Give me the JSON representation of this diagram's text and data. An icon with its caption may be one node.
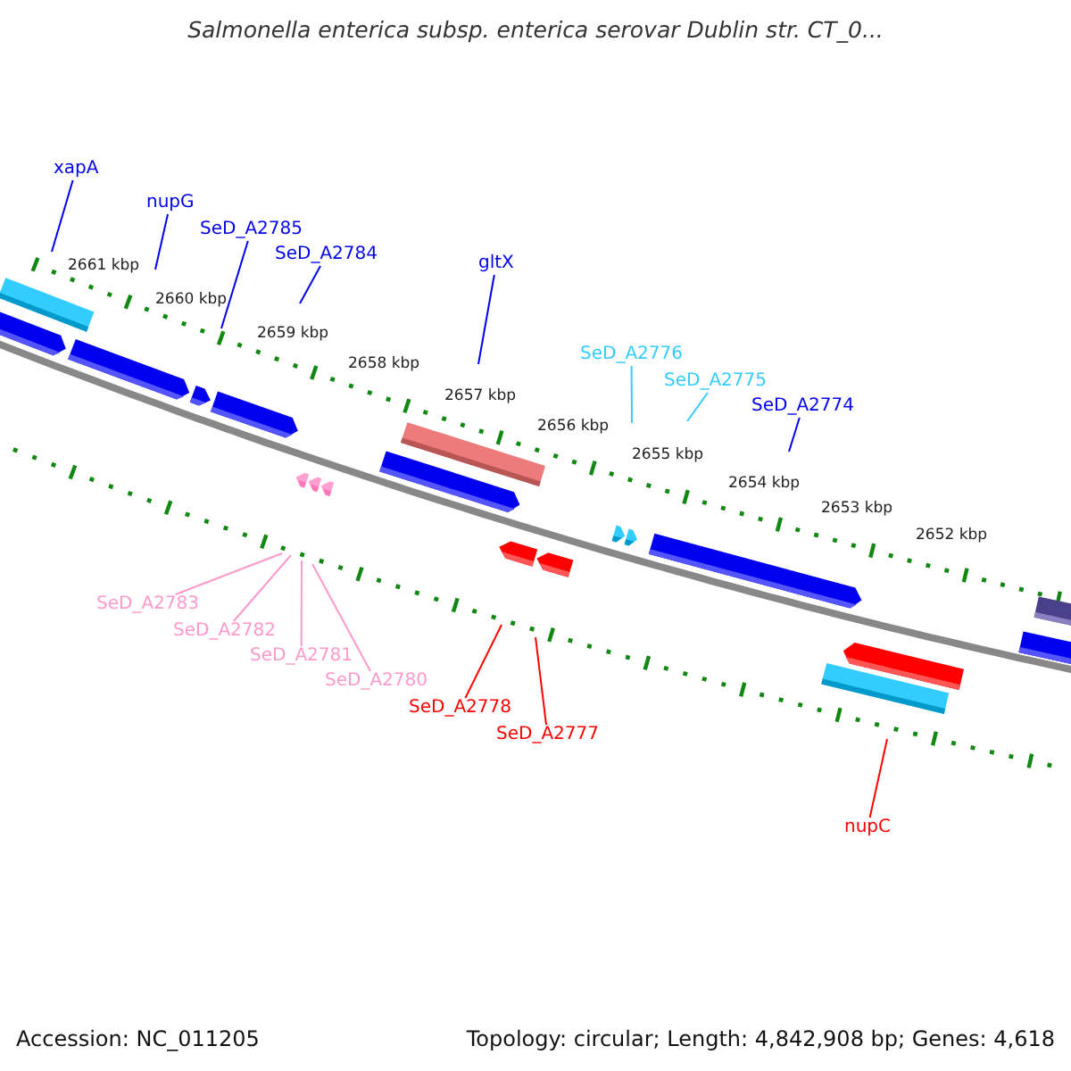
{
  "diagram": {
    "title": "Salmonella enterica subsp. enterica serovar Dublin str. CT_0...",
    "nodes": [
      {
        "text": [
          "xapA"
        ]
      },
      {
        "text": [
          "nupG"
        ]
      },
      {
        "text": [
          "SeD_A2785"
        ]
      },
      {
        "text": [
          "SeD_A2784"
        ]
      },
      {
        "text": [
          "gltX"
        ]
      },
      {
        "text": [
          "SeD_A2776"
        ]
      },
      {
        "text": [
          "SeD_A2775"
        ]
      },
      {
        "text": [
          "SeD_A2774"
        ]
      },
      {
        "text": [
          "SeD_A2783"
        ]
      },
      {
        "text": [
          "SeD_A2782"
        ]
      },
      {
        "text": [
          "SeD_A2781"
        ]
      },
      {
        "text": [
          "SeD_A2780"
        ]
      },
      {
        "text": [
          "SeD_A2778"
        ]
      },
      {
        "text": [
          "SeD_A2777"
        ]
      },
      {
        "text": [
          "nupC"
        ]
      }
    ],
    "edges": [
      {
        "from": 0,
        "to": null,
        "arrow": "none"
      },
      {
        "from": 1,
        "to": null,
        "arrow": "none"
      },
      {
        "from": 2,
        "to": null,
        "arrow": "none"
      },
      {
        "from": 3,
        "to": null,
        "arrow": "none"
      },
      {
        "from": 4,
        "to": null,
        "arrow": "none"
      },
      {
        "from": 5,
        "to": null,
        "arrow": "none",
        "color": "#33ccff"
      },
      {
        "from": 6,
        "to": null,
        "arrow": "none",
        "color": "#33ccff"
      },
      {
        "from": 7,
        "to": null,
        "arrow": "none"
      },
      {
        "from": 8,
        "to": null,
        "arrow": "none",
        "color": "#ff99cc"
      },
      {
        "from": 9,
        "to": null,
        "arrow": "none",
        "color": "#ff99cc"
      },
      {
        "from": 10,
        "to": null,
        "arrow": "none",
        "color": "#ff99cc"
      },
      {
        "from": 11,
        "to": null,
        "arrow": "none",
        "color": "#ff99cc"
      },
      {
        "from": 12,
        "to": null,
        "arrow": "none",
        "color": "#ff0000"
      },
      {
        "from": 13,
        "to": null,
        "arrow": "none",
        "color": "#ff0000"
      },
      {
        "from": 14,
        "to": null,
        "arrow": "none",
        "color": "#ff0000"
      }
    ],
    "labels": [
      "2661 kbp",
      "2660 kbp",
      "2659 kbp",
      "2658 kbp",
      "2657 kbp",
      "2656 kbp",
      "2655 kbp",
      "2654 kbp",
      "2653 kbp",
      "2652 kbp",
      "Accession: NC_011205",
      "Topology: circular; Length: 4,842,908 bp; Genes: 4,618"
    ]
  }
}
